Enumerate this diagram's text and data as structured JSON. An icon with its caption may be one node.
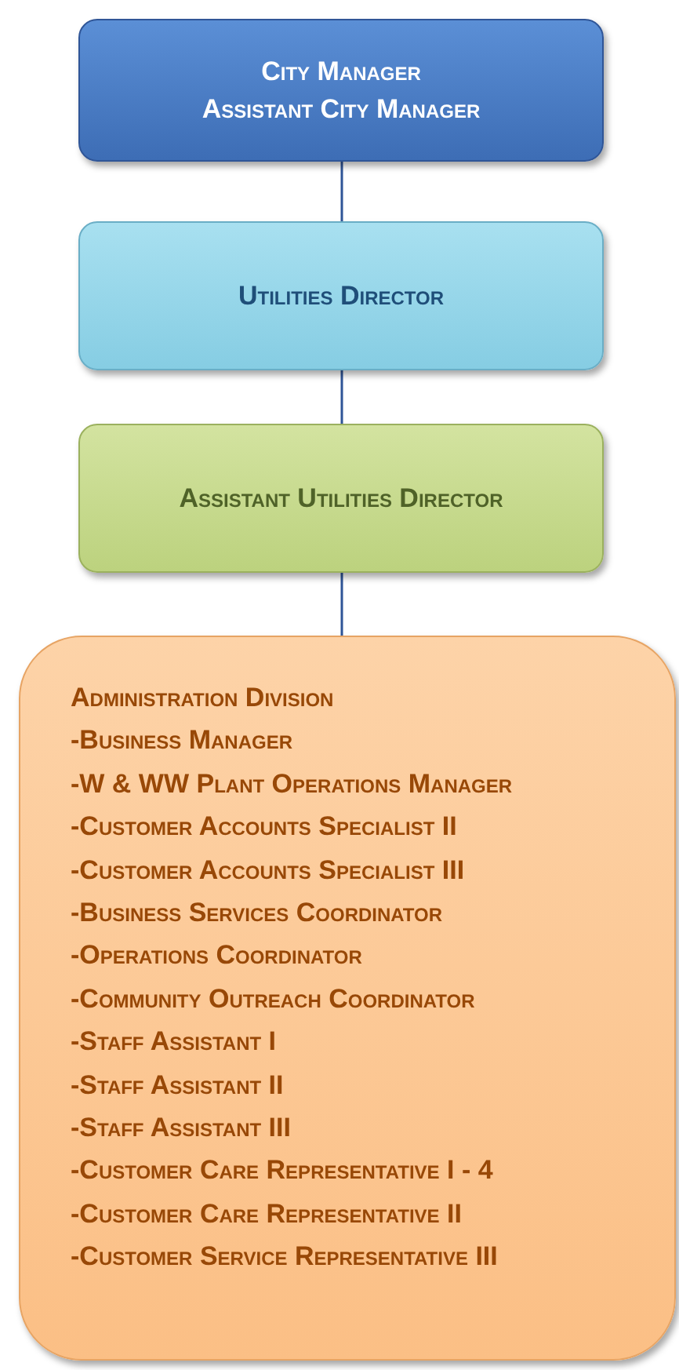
{
  "diagram": {
    "nodes": [
      {
        "text": [
          "City Manager",
          "Assistant City Manager"
        ]
      },
      {
        "text": [
          "Utilities Director"
        ]
      },
      {
        "text": [
          "Assistant Utilities Director"
        ]
      },
      {
        "text": [
          "Administration Division",
          "-Business Manager",
          "-W & WW Plant Operations Manager",
          "-Customer Accounts Specialist II",
          "-Customer Accounts Specialist III",
          "-Business Services Coordinator",
          "-Operations Coordinator",
          "-Community Outreach Coordinator",
          "-Staff Assistant I",
          "-Staff Assistant II",
          "-Staff Assistant III",
          "-Customer Care Representative I - 4",
          "-Customer Care Representative II",
          "-Customer Service Representative III"
        ]
      }
    ],
    "edges": [
      {
        "from": 0,
        "to": 1,
        "arrow": "none"
      },
      {
        "from": 1,
        "to": 2,
        "arrow": "none"
      },
      {
        "from": 2,
        "to": 3,
        "arrow": "none"
      }
    ]
  }
}
